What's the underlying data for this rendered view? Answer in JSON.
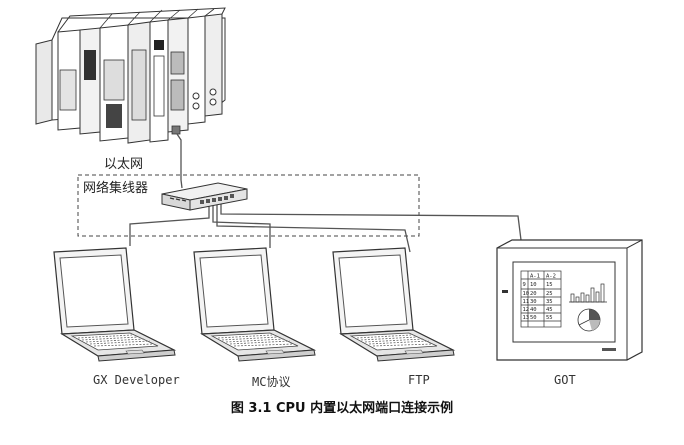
{
  "labels": {
    "ethernet": "以太网",
    "hub": "网络集线器"
  },
  "devices": [
    {
      "name": "GX Developer"
    },
    {
      "name": "MC协议"
    },
    {
      "name": "FTP"
    },
    {
      "name": "GOT"
    }
  ],
  "got_screen": {
    "table_headers": [
      "A-1",
      "A-2"
    ],
    "table_rows": [
      [
        "9",
        "10",
        "15"
      ],
      [
        "10",
        "20",
        "25"
      ],
      [
        "11",
        "30",
        "35"
      ],
      [
        "12",
        "40",
        "45"
      ],
      [
        "13",
        "50",
        "55"
      ]
    ]
  },
  "caption": "图 3.1 CPU 内置以太网端口连接示例",
  "icons": [
    "plc-icon",
    "hub-icon",
    "laptop-icon",
    "got-panel-icon"
  ],
  "colors": {
    "line": "#333333",
    "panel_fill": "#eeeeee",
    "cable": "#555555"
  }
}
